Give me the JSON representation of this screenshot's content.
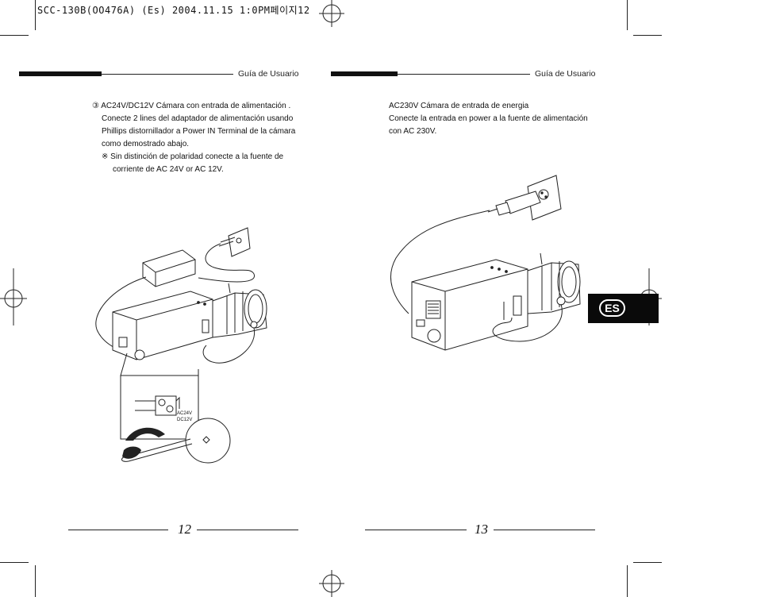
{
  "slug": "SCC-130B(OO476A) (Es)  2004.11.15 1:0PM페이지12",
  "tab_label": "ES",
  "left_page": {
    "header": "Guía de Usuario",
    "item_marker": "③",
    "item_lines": [
      "AC24V/DC12V Cámara con entrada de alimentación .",
      "Conecte 2 lines del adaptador de alimentación usando",
      "Phillips distornillador a Power IN Terminal de la cámara",
      "como demostrado abajo."
    ],
    "note_marker": "※",
    "note_lines": [
      "Sin distinción de polaridad conecte a la fuente de",
      "corriente de AC 24V or AC 12V."
    ],
    "terminal_label_1": "AC24V",
    "terminal_label_2": "DC12V",
    "page_number": "12"
  },
  "right_page": {
    "header": "Guía de Usuario",
    "lines": [
      "AC230V Cámara de entrada de energia",
      "Conecte la entrada en power a la fuente de alimentación",
      "con AC 230V."
    ],
    "page_number": "13"
  }
}
